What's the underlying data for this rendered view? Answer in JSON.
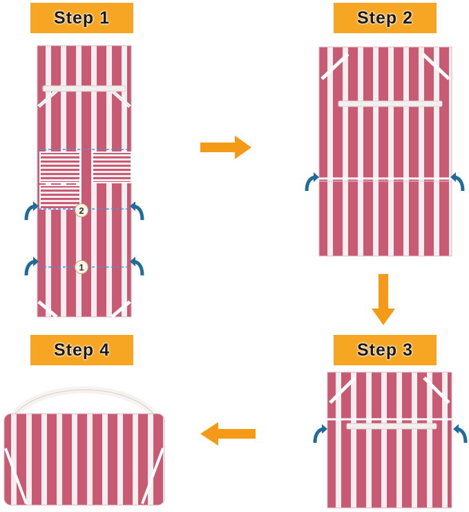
{
  "steps": [
    {
      "label": "Step 1"
    },
    {
      "label": "Step 2"
    },
    {
      "label": "Step 3"
    },
    {
      "label": "Step 4"
    }
  ],
  "fold_markers": [
    "1",
    "2"
  ],
  "colors": {
    "label_bg": "#f6a623",
    "arrow": "#f49a16",
    "curl_arrow": "#1f6c9a",
    "stripe_red": "#c85a73",
    "stripe_white": "#f7eef0",
    "fold_line": "#4a90e2"
  },
  "icons": [
    "arrow-right-icon",
    "arrow-down-icon",
    "arrow-left-icon",
    "curl-arrow-icon"
  ]
}
